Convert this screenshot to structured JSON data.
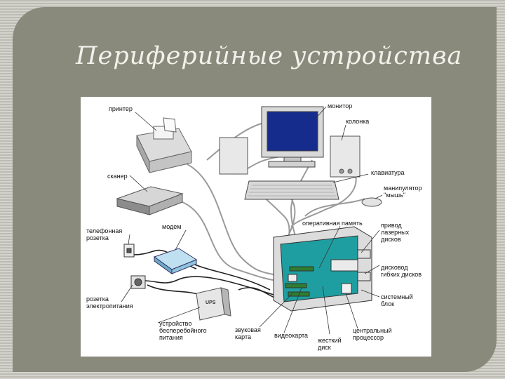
{
  "slide": {
    "title": "Периферийные устройства"
  },
  "diagram": {
    "labels": {
      "printer": "принтер",
      "monitor": "монитор",
      "speaker": "колонка",
      "scanner": "сканер",
      "keyboard": "клавиатура",
      "mouse": "манипулятор\n\"мышь\"",
      "phone_socket": "телефонная\nрозетка",
      "modem": "модем",
      "ram": "оперативная память",
      "cd_drive": "привод\nлазерных\nдисков",
      "floppy": "дисковод\nгибких дисков",
      "system_unit": "системный\nблок",
      "power_socket": "розетка\nэлектропитания",
      "ups": "устройство\nбесперебойного\nпитания",
      "ups_badge": "UPS",
      "sound_card": "звуковая\nкарта",
      "video_card": "видеокарта",
      "hdd": "жесткий\nдиск",
      "cpu": "центральный\nпроцессор"
    }
  }
}
